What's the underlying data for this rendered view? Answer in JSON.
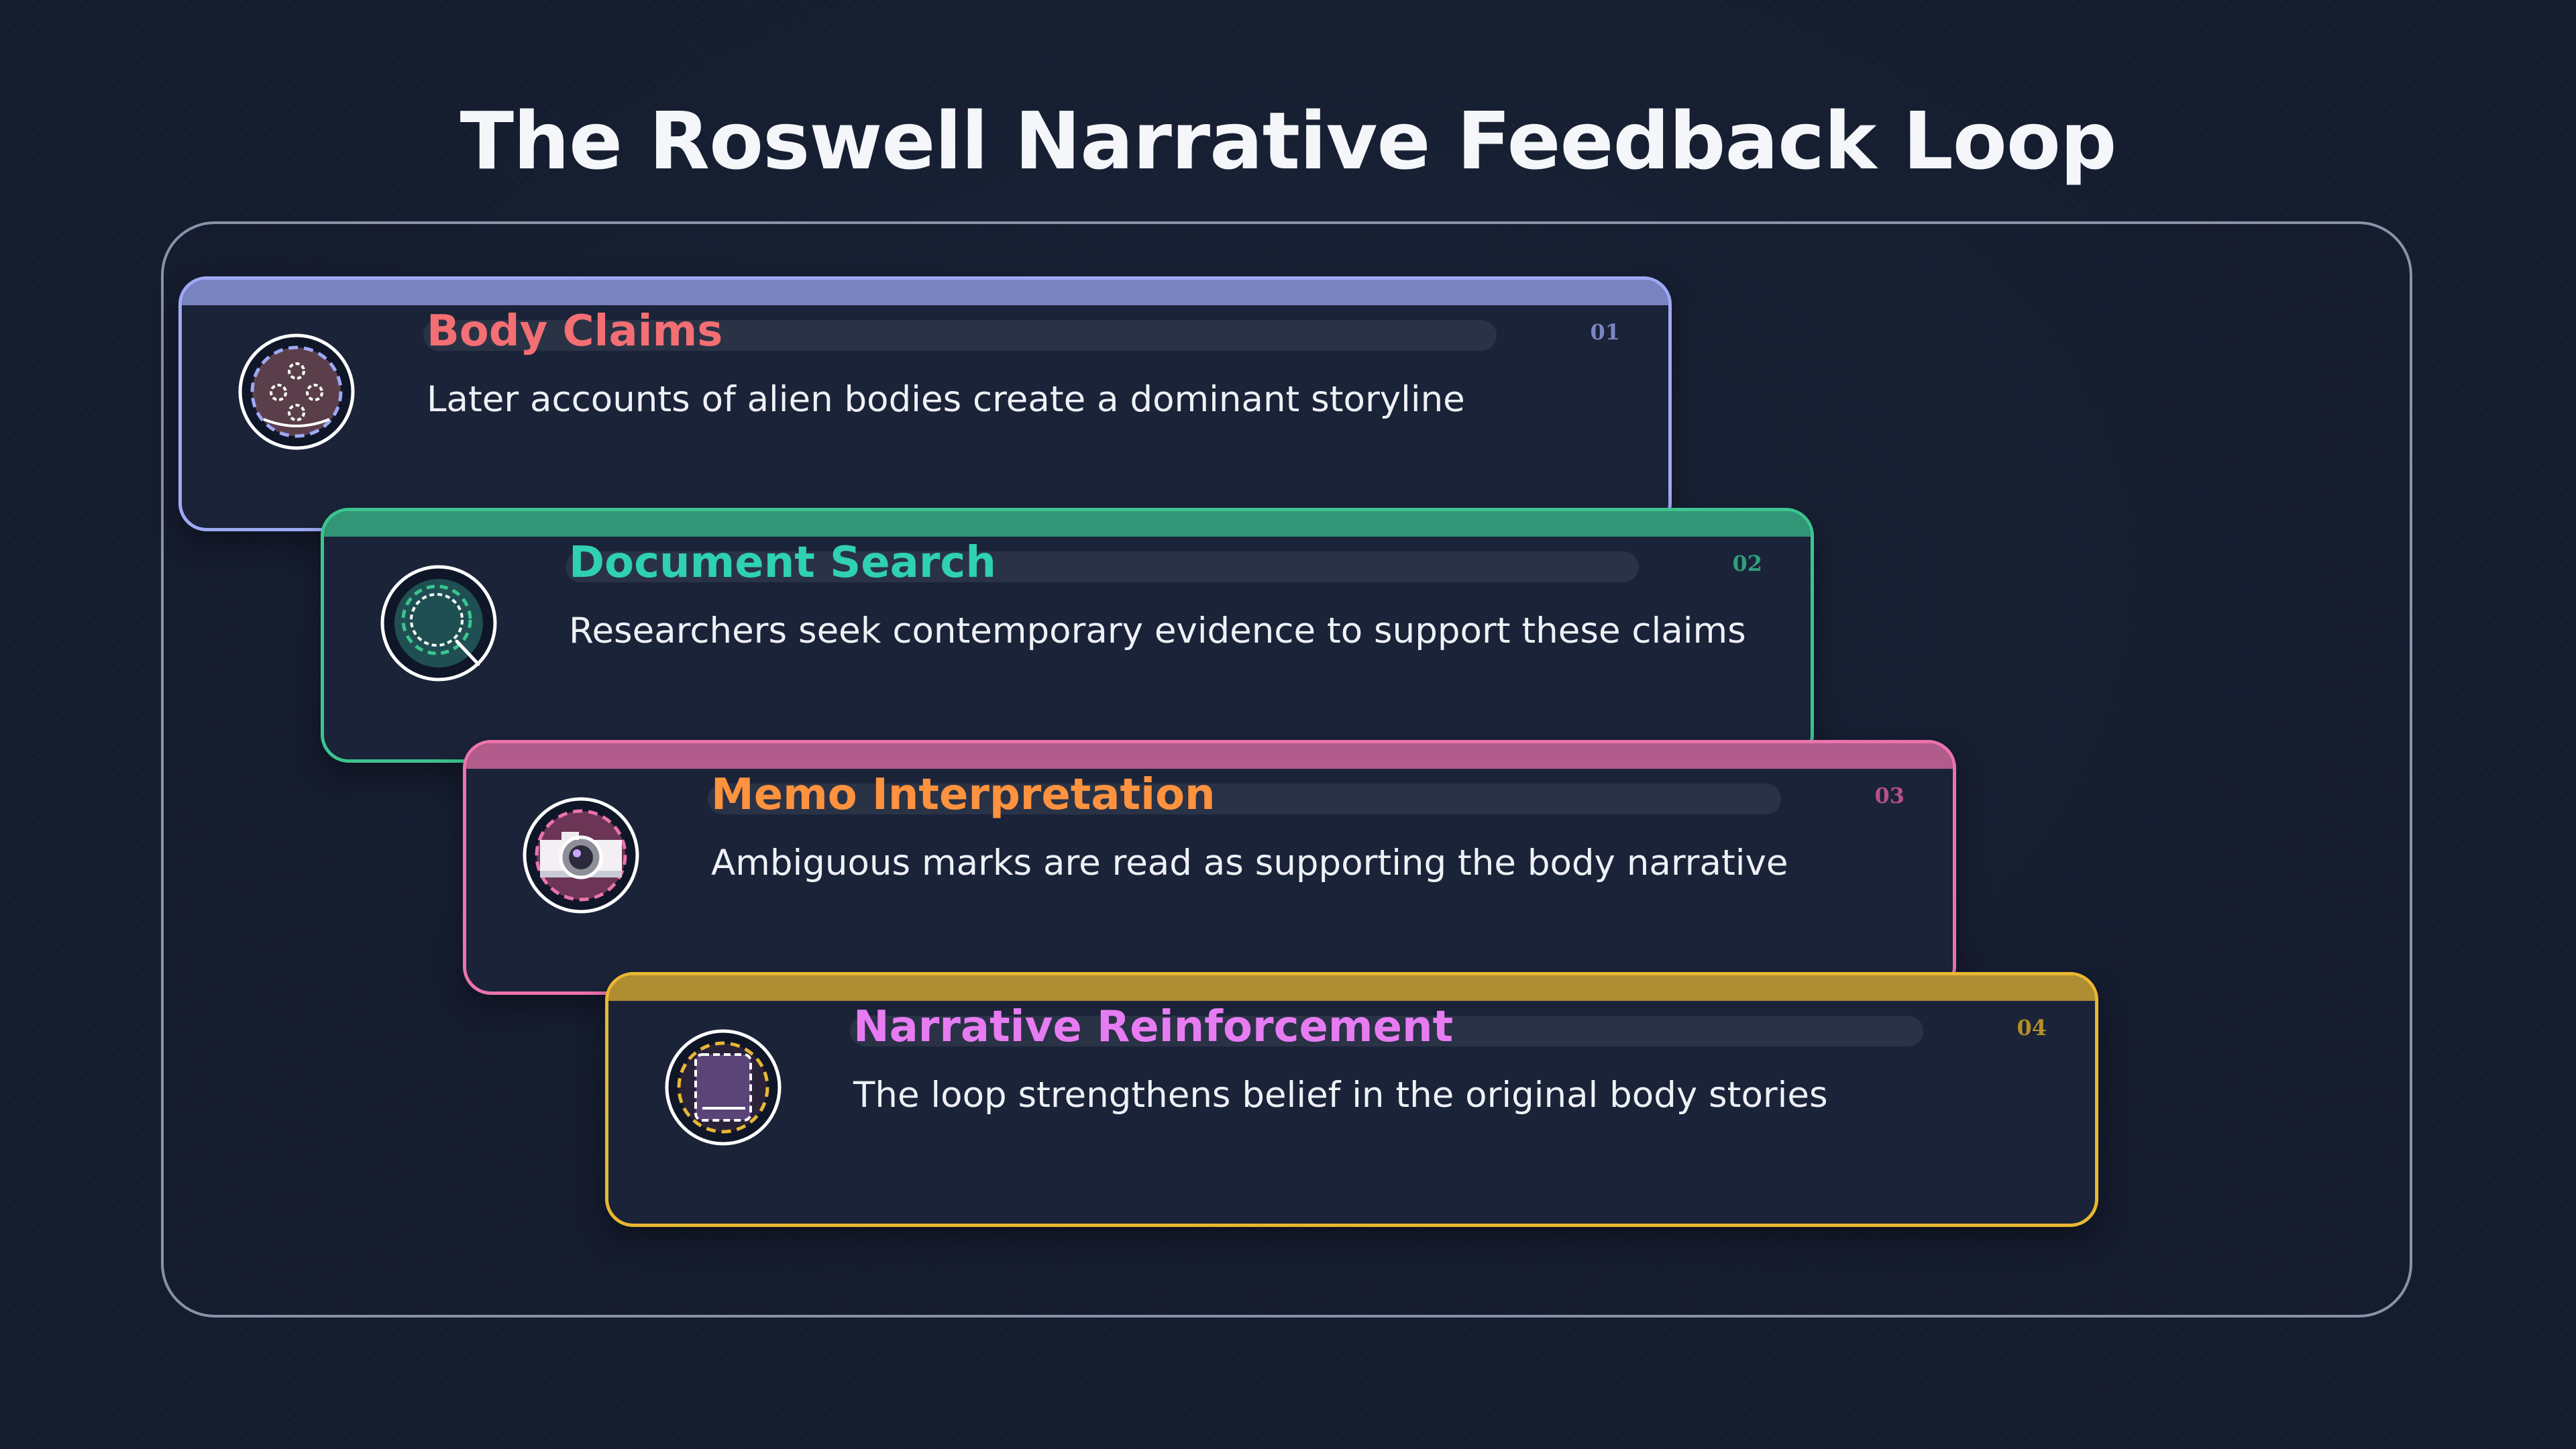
{
  "title": "The Roswell Narrative Feedback Loop",
  "colors": {
    "background": "#141c2e",
    "card_background": "#1a2338",
    "frame_border": "#8893a8"
  },
  "steps": [
    {
      "number": "01",
      "title": "Body Claims",
      "description": "Later accounts of alien bodies create a dominant storyline",
      "icon": "alien-body-icon",
      "accent_color": "#9ea9f5",
      "title_color": "#f36f73"
    },
    {
      "number": "02",
      "title": "Document Search",
      "description": "Researchers seek contemporary evidence to support these claims",
      "icon": "magnifier-icon",
      "accent_color": "#3bc48f",
      "title_color": "#2fd0b4"
    },
    {
      "number": "03",
      "title": "Memo Interpretation",
      "description": "Ambiguous marks are read as supporting the body narrative",
      "icon": "camera-icon",
      "accent_color": "#ec73ac",
      "title_color": "#ff923e"
    },
    {
      "number": "04",
      "title": "Narrative Reinforcement",
      "description": "The loop strengthens belief in the original body stories",
      "icon": "book-icon",
      "accent_color": "#e9b732",
      "title_color": "#e77cf2"
    }
  ]
}
